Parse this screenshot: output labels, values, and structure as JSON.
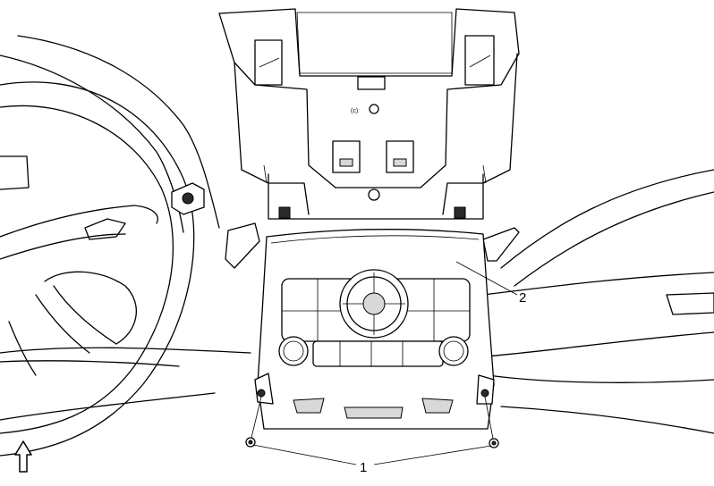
{
  "callouts": [
    {
      "id": "1",
      "text": "1"
    },
    {
      "id": "2",
      "text": "2"
    }
  ],
  "front_indicator": {
    "icon": "up-arrow-icon"
  },
  "panel_marks": {
    "small_label": "(c)"
  }
}
